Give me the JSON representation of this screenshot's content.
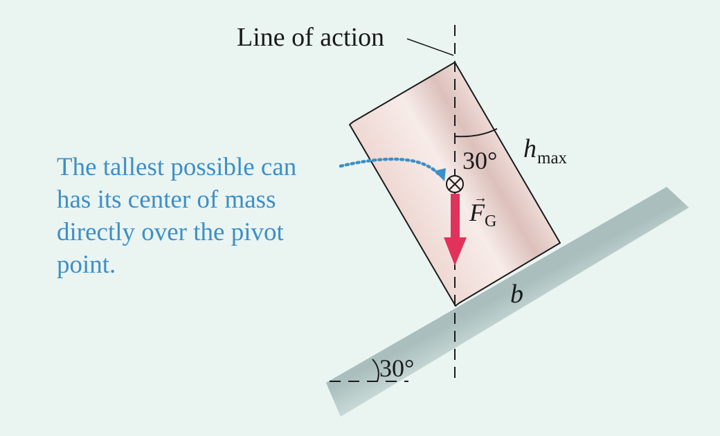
{
  "labels": {
    "line_of_action": "Line of action",
    "caption_lines": [
      "The tallest possible can",
      "has its center of mass",
      "directly over the pivot",
      "point."
    ],
    "angle_top": "30°",
    "angle_bottom": "30°",
    "h_symbol": "h",
    "h_subscript": "max",
    "b_symbol": "b",
    "force_symbol": "F",
    "force_subscript": "G",
    "force_arrow": "→"
  },
  "colors": {
    "background": "#eaf4f1",
    "caption": "#3d8fc7",
    "force_arrow": "#e0325a",
    "can_fill": "#f1dcd8",
    "ramp_fill": "#b3c7c6"
  },
  "incline_angle_deg": 30
}
